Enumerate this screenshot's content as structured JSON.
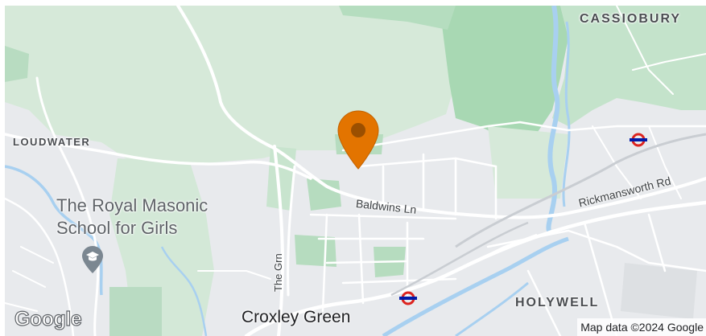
{
  "map": {
    "labels": {
      "cassiobury": "CASSIOBURY",
      "loudwater": "LOUDWATER",
      "holywell": "HOLYWELL",
      "poi_line1": "The Royal Masonic",
      "poi_line2": "School for Girls",
      "baldwins_ln": "Baldwins Ln",
      "rickmansworth_rd": "Rickmansworth Rd",
      "the_grn": "The Grn",
      "croxley_green": "Croxley Green"
    },
    "attribution": "Map data ©2024 Google",
    "logo": "Google",
    "marker_color": "#e37400",
    "park_color": "#cfe6d3",
    "water_color": "#a8d0f0"
  }
}
